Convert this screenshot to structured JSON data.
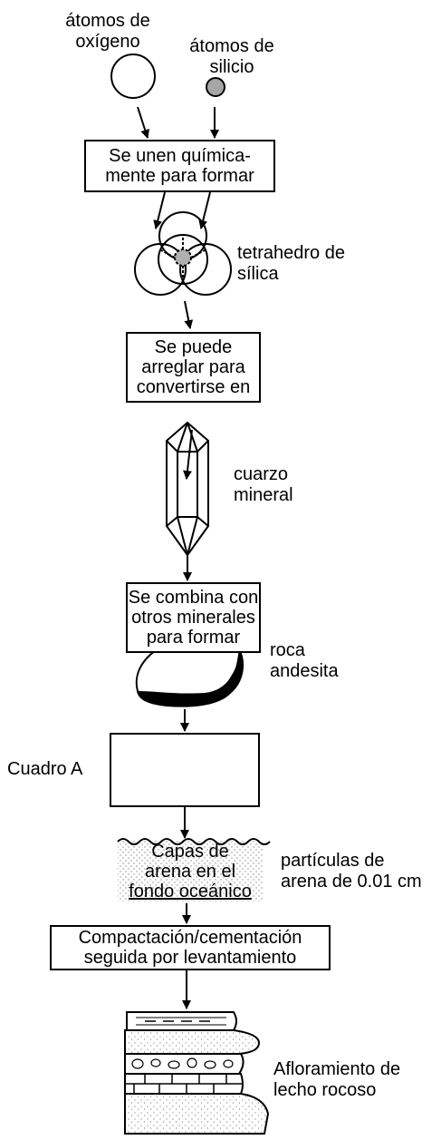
{
  "labels": {
    "oxygen": [
      "átomos de",
      "oxígeno"
    ],
    "silicon": [
      "átomos de",
      "silicio"
    ],
    "tetrahedron": [
      "tetrahedro de",
      "sílica"
    ],
    "quartz": [
      "cuarzo",
      "mineral"
    ],
    "andesite": [
      "roca",
      "andesita"
    ],
    "box_a": "Cuadro A",
    "sand_particles": [
      "partículas de",
      "arena de 0.01 cm"
    ],
    "outcrop": [
      "Afloramiento de",
      "lecho rocoso"
    ]
  },
  "boxes": {
    "bond": [
      "Se unen química-",
      "mente para formar"
    ],
    "arrange": [
      "Se puede",
      "arreglar para",
      "convertirse en"
    ],
    "combine": [
      "Se combina con",
      "otros minerales",
      "para formar"
    ],
    "compaction": [
      "Compactación/cementación",
      "seguida por levantamiento"
    ]
  },
  "sand_layer": [
    "Capas de",
    "arena en el",
    "fondo oceánico"
  ],
  "colors": {
    "ink": "#000000",
    "silicon_fill": "#a6a6a6",
    "sand_dots": "#888888"
  }
}
